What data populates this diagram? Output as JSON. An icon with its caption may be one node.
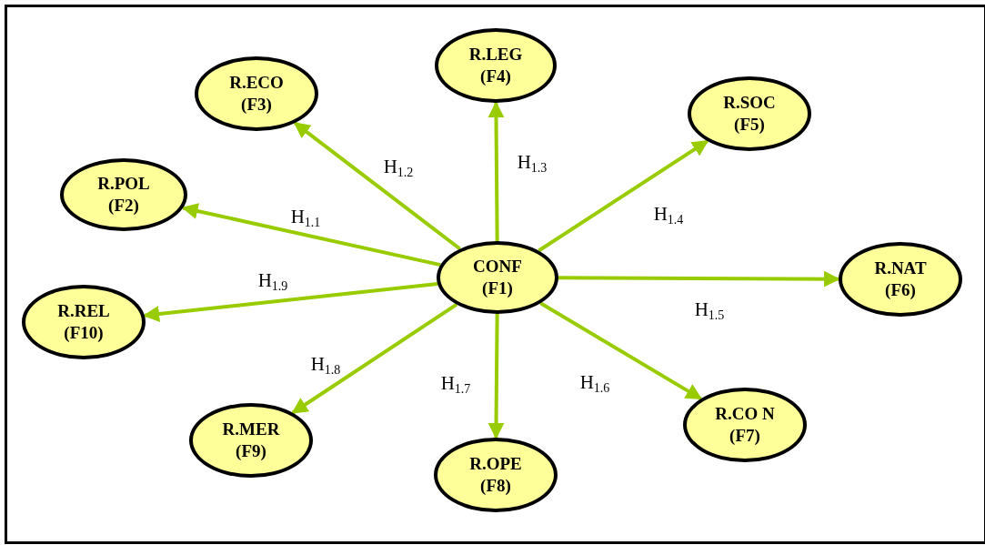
{
  "diagram": {
    "nodes": [
      {
        "text": [
          "CONF (F1)"
        ]
      },
      {
        "text": [
          "R.POL (F2)"
        ]
      },
      {
        "text": [
          "R.ECO (F3)"
        ]
      },
      {
        "text": [
          "R.LEG (F4)"
        ]
      },
      {
        "text": [
          "R.SOC (F5)"
        ]
      },
      {
        "text": [
          "R.NAT (F6)"
        ]
      },
      {
        "text": [
          "R.CO N (F7)"
        ]
      },
      {
        "text": [
          "R.OPE (F8)"
        ]
      },
      {
        "text": [
          "R.MER (F9)"
        ]
      },
      {
        "text": [
          "R.REL (F10)"
        ]
      }
    ],
    "edges": [
      {
        "from": 0,
        "to": 1,
        "arrow": "to",
        "label": "H$_{1.1}$"
      },
      {
        "from": 0,
        "to": 2,
        "arrow": "to",
        "label": "H$_{1.2}$"
      },
      {
        "from": 0,
        "to": 3,
        "arrow": "to",
        "label": "H$_{1.3}$"
      },
      {
        "from": 0,
        "to": 4,
        "arrow": "to",
        "label": "H$_{1.4}$"
      },
      {
        "from": 0,
        "to": 5,
        "arrow": "to",
        "label": "H$_{1.5}$"
      },
      {
        "from": 0,
        "to": 6,
        "arrow": "to",
        "label": "H$_{1.6}$"
      },
      {
        "from": 0,
        "to": 7,
        "arrow": "to",
        "label": "H$_{1.7}$"
      },
      {
        "from": 0,
        "to": 8,
        "arrow": "to",
        "label": "H$_{1.8}$"
      },
      {
        "from": 0,
        "to": 9,
        "arrow": "to",
        "label": "H$_{1.9}$"
      }
    ]
  }
}
